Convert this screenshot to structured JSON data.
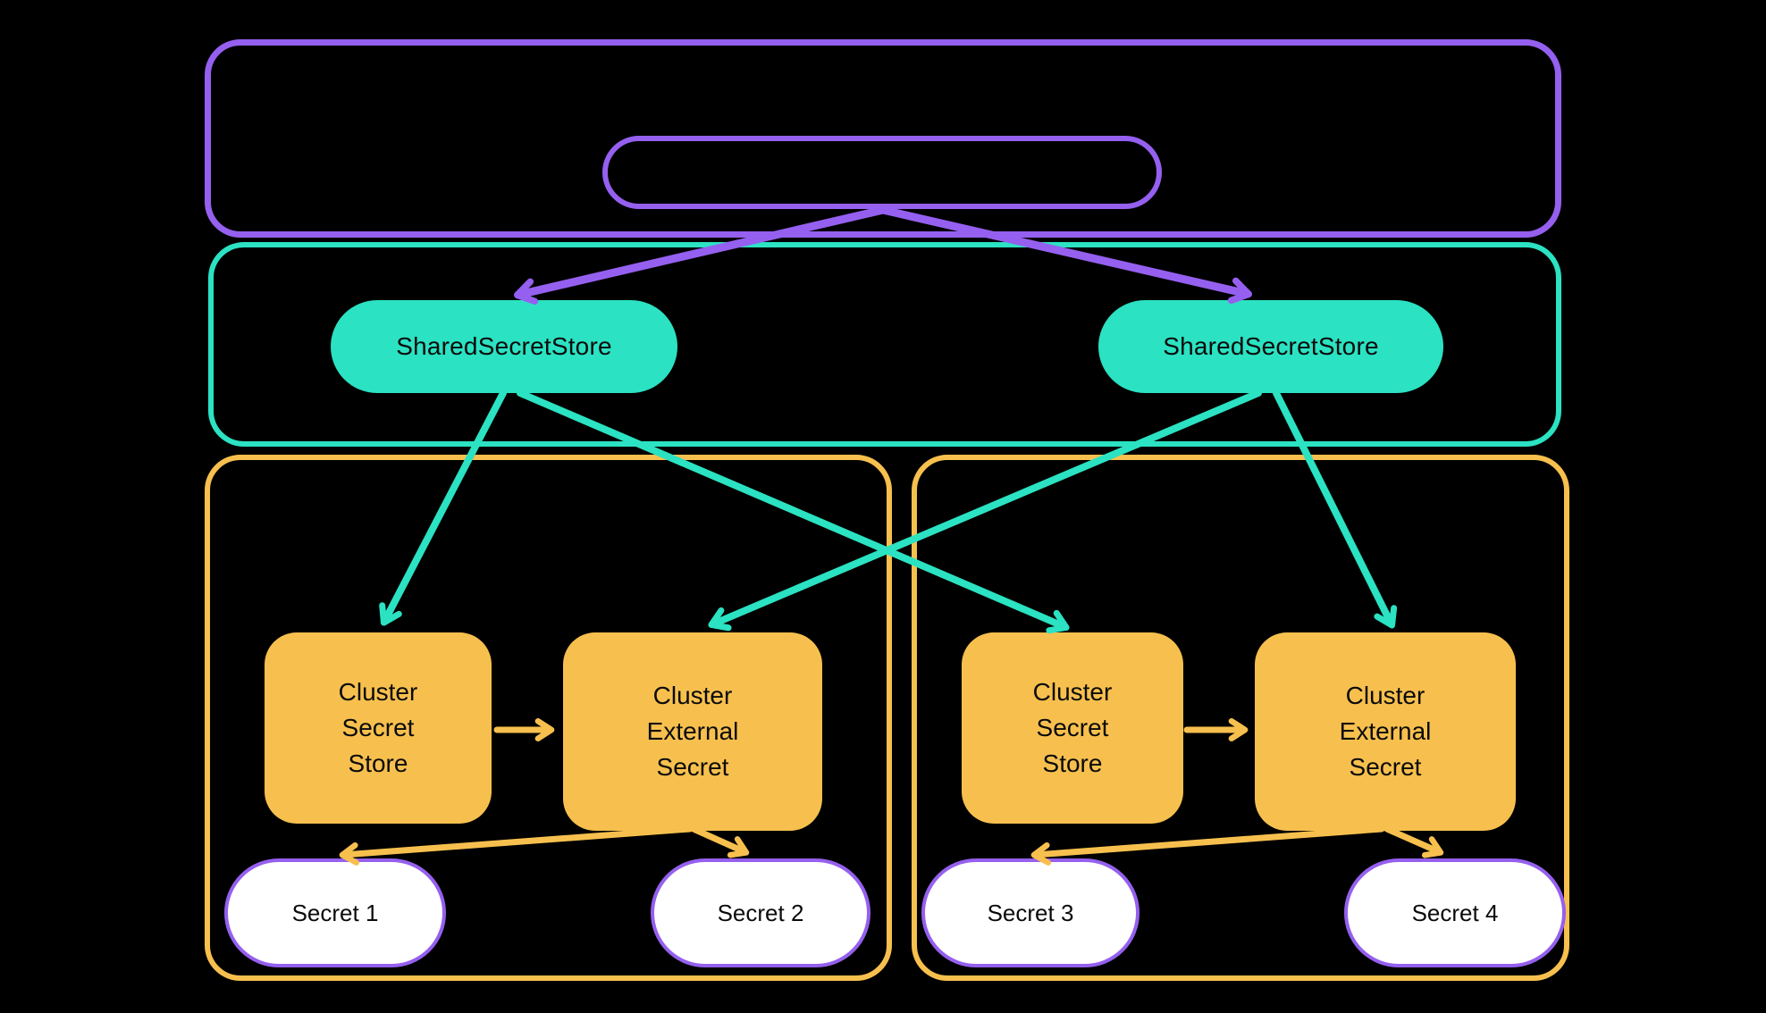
{
  "colors": {
    "bg": "#000000",
    "purple": "#9560EF",
    "teal": "#2BE2C2",
    "orange": "#F7C04E",
    "white": "#FFFFFF",
    "text": "#0B0B0B"
  },
  "nodes": {
    "shared_secret_store_left": "SharedSecretStore",
    "shared_secret_store_right": "SharedSecretStore",
    "cluster_secret_store_left": "Cluster\nSecret\nStore",
    "cluster_external_secret_left": "Cluster\nExternal\nSecret",
    "cluster_secret_store_right": "Cluster\nSecret\nStore",
    "cluster_external_secret_right": "Cluster\nExternal\nSecret",
    "secret_1": "Secret 1",
    "secret_2": "Secret 2",
    "secret_3": "Secret 3",
    "secret_4": "Secret 4"
  }
}
